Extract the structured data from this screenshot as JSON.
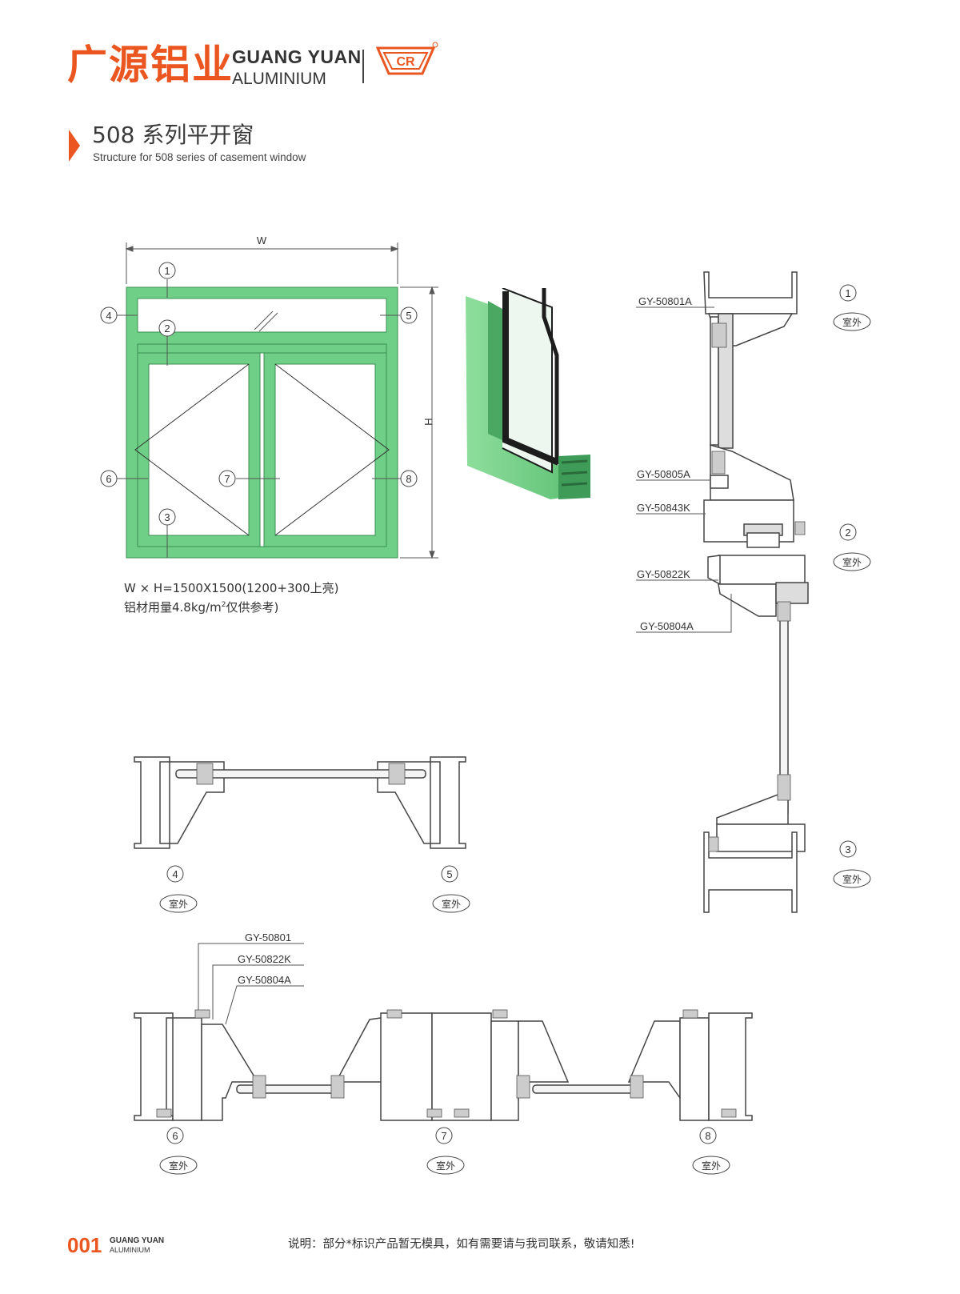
{
  "header": {
    "brand_cn": "广源铝业",
    "brand_en_line1": "GUANG YUAN",
    "brand_en_line2": "ALUMINIUM",
    "accent_color": "#ea5520"
  },
  "title": {
    "cn": "508 系列平开窗",
    "en": "Structure for 508 series of casement window"
  },
  "elevation": {
    "width_label": "W",
    "height_label": "H",
    "markers": [
      "1",
      "2",
      "3",
      "4",
      "5",
      "6",
      "7",
      "8"
    ],
    "frame_color": "#6fcf86"
  },
  "notes": {
    "dimension": "W × H=1500X1500(1200+300上亮)",
    "mass_prefix": "铝材用量4.8kg/m",
    "mass_sup": "2",
    "mass_suffix": "仅供参考)"
  },
  "section_right": {
    "codes": [
      "GY-50801A",
      "GY-50805A",
      "GY-50843K",
      "GY-50822K",
      "GY-50804A"
    ],
    "marker_1": "1",
    "marker_2": "2",
    "marker_3": "3",
    "outdoor_label": "室外"
  },
  "section_side": {
    "marker_left": "4",
    "marker_right": "5",
    "outdoor_label": "室外"
  },
  "section_bottom": {
    "codes": [
      "GY-50801",
      "GY-50822K",
      "GY-50804A"
    ],
    "marker_left": "6",
    "marker_mid": "7",
    "marker_right": "8",
    "outdoor_label": "室外"
  },
  "footer": {
    "page_number": "001",
    "brand_line1": "GUANG YUAN",
    "brand_line2": "ALUMINIUM",
    "note": "说明：部分*标识产品暂无模具，如有需要请与我司联系，敬请知悉!"
  }
}
